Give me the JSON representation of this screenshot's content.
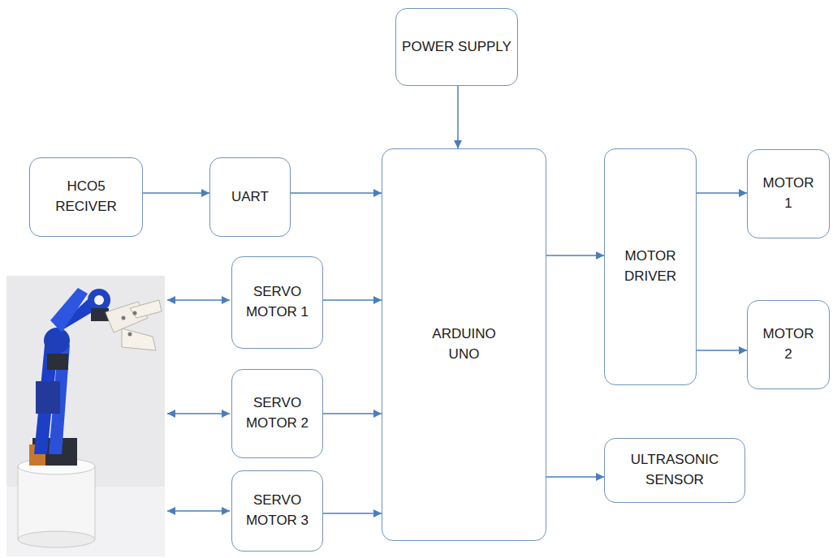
{
  "diagram": {
    "nodes": [
      {
        "text": [
          "POWER SUPPLY"
        ]
      },
      {
        "text": [
          "HCO5 RECIVER"
        ]
      },
      {
        "text": [
          "UART"
        ]
      },
      {
        "text": [
          "ARDUINO UNO"
        ]
      },
      {
        "text": [
          "MOTOR DRIVER"
        ]
      },
      {
        "text": [
          "MOTOR 1"
        ]
      },
      {
        "text": [
          "MOTOR 2"
        ]
      },
      {
        "text": [
          "SERVO MOTOR 1"
        ]
      },
      {
        "text": [
          "SERVO MOTOR 2"
        ]
      },
      {
        "text": [
          "SERVO MOTOR 3"
        ]
      },
      {
        "text": [
          "ULTRASONIC SENSOR"
        ]
      }
    ],
    "edges": [
      {
        "from": 0,
        "to": 3,
        "arrow": "to"
      },
      {
        "from": 1,
        "to": 2,
        "arrow": "to"
      },
      {
        "from": 2,
        "to": 3,
        "arrow": "to"
      },
      {
        "from": 7,
        "to": 3,
        "arrow": "to"
      },
      {
        "from": 8,
        "to": 3,
        "arrow": "to"
      },
      {
        "from": 9,
        "to": 3,
        "arrow": "to"
      },
      {
        "from": 3,
        "to": 4,
        "arrow": "to"
      },
      {
        "from": 4,
        "to": 5,
        "arrow": "to"
      },
      {
        "from": 4,
        "to": 6,
        "arrow": "to"
      },
      {
        "from": 3,
        "to": 10,
        "arrow": "to"
      }
    ]
  }
}
